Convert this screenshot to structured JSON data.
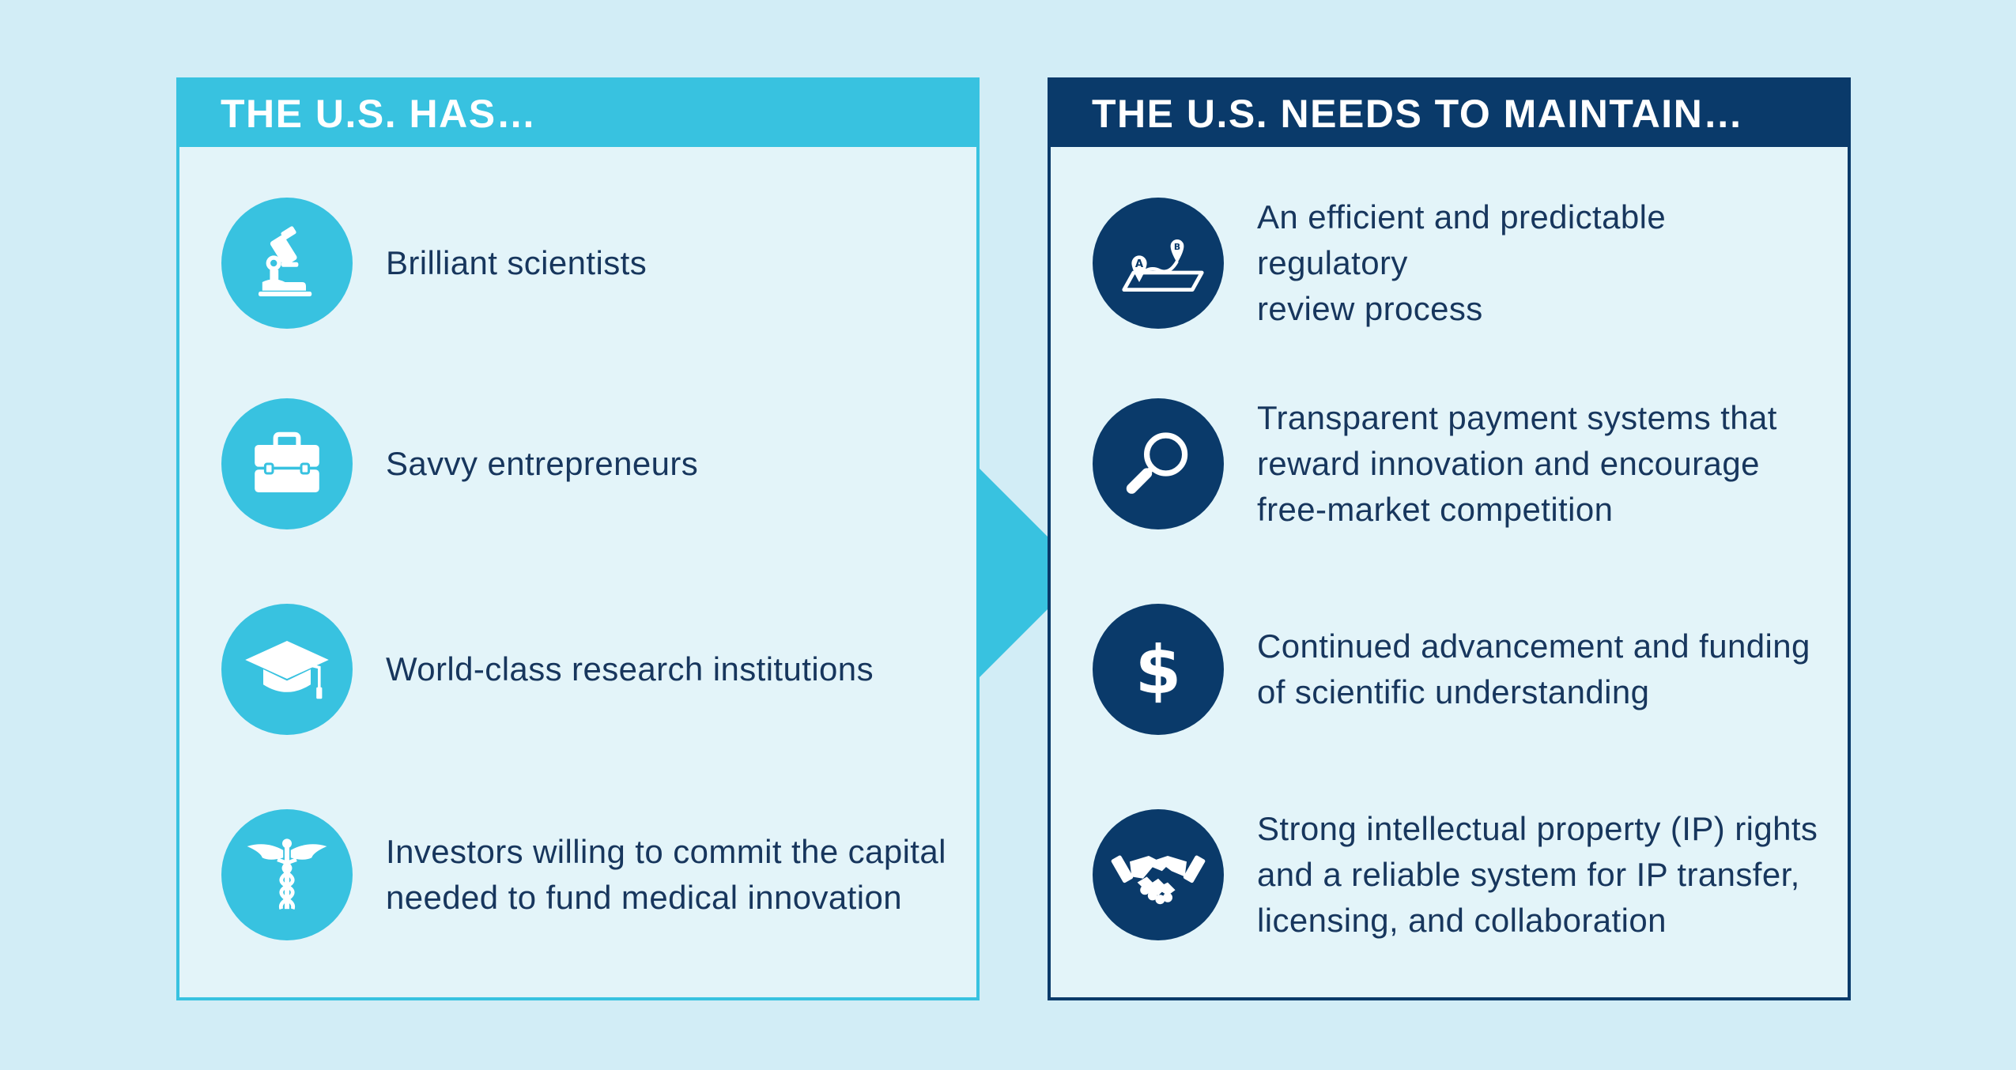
{
  "left_panel": {
    "title": "THE U.S. HAS…",
    "items": [
      {
        "icon": "microscope-icon",
        "text": "Brilliant scientists"
      },
      {
        "icon": "briefcase-icon",
        "text": "Savvy entrepreneurs"
      },
      {
        "icon": "graduation-cap-icon",
        "text": "World-class research institutions"
      },
      {
        "icon": "caduceus-icon",
        "text": "Investors willing to commit the capital\nneeded to fund medical innovation"
      }
    ]
  },
  "right_panel": {
    "title": "THE U.S. NEEDS TO MAINTAIN…",
    "items": [
      {
        "icon": "route-map-icon",
        "text": "An efficient and predictable regulatory\nreview process",
        "map_marker_a": "A",
        "map_marker_b": "B"
      },
      {
        "icon": "magnifying-glass-icon",
        "text": "Transparent payment systems that\nreward innovation and encourage\nfree-market competition"
      },
      {
        "icon": "dollar-sign-icon",
        "text": "Continued advancement and funding\nof scientific understanding",
        "symbol": "$"
      },
      {
        "icon": "handshake-icon",
        "text": "Strong intellectual property (IP) rights\nand a reliable system for IP transfer,\nlicensing, and collaboration"
      }
    ]
  },
  "colors": {
    "background": "#d2edf6",
    "panel_fill": "#e3f4f9",
    "accent_light": "#38c2e0",
    "accent_dark": "#0a3a6a",
    "text": "#17365d"
  }
}
